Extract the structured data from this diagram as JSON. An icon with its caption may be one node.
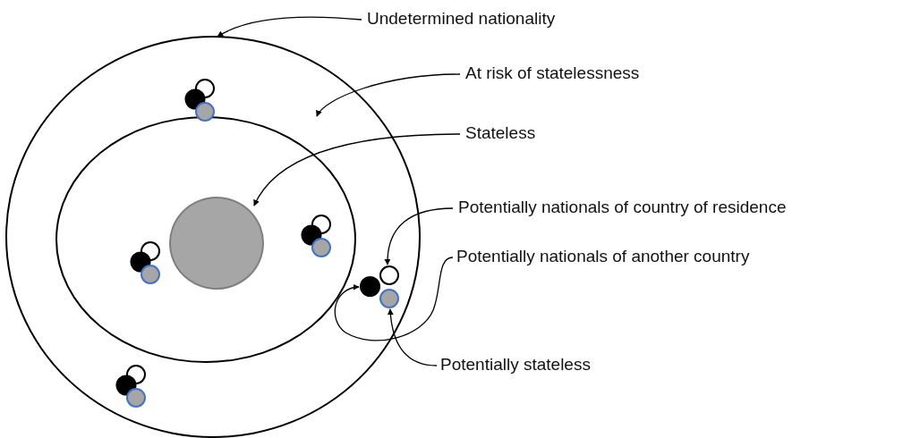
{
  "diagram": {
    "nodes": [
      {
        "text": [],
        "shape": "circle"
      },
      {
        "text": [],
        "shape": "circle",
        "in": 0
      },
      {
        "text": [],
        "shape": "circle",
        "in": 1
      },
      {
        "text": [
          "Undetermined nationality"
        ]
      },
      {
        "text": [
          "At risk of statelessness"
        ]
      },
      {
        "text": [
          "Stateless"
        ]
      },
      {
        "text": [
          "Potentially nationals of country of residence"
        ]
      },
      {
        "text": [
          "Potentially nationals of another country"
        ]
      },
      {
        "text": [
          "Potentially stateless"
        ]
      },
      {
        "text": [],
        "shape": "circle",
        "in": 0
      },
      {
        "text": [],
        "shape": "circle",
        "in": 0
      },
      {
        "text": [],
        "shape": "circle",
        "in": 0
      }
    ],
    "edges": [
      {
        "from": 3,
        "to": 0,
        "arrow": "to"
      },
      {
        "from": 4,
        "to": 1,
        "arrow": "to"
      },
      {
        "from": 5,
        "to": 2,
        "arrow": "to"
      },
      {
        "from": 6,
        "to": 9,
        "arrow": "to"
      },
      {
        "from": 7,
        "to": 10,
        "arrow": "to"
      },
      {
        "from": 8,
        "to": 11,
        "arrow": "to"
      }
    ]
  }
}
